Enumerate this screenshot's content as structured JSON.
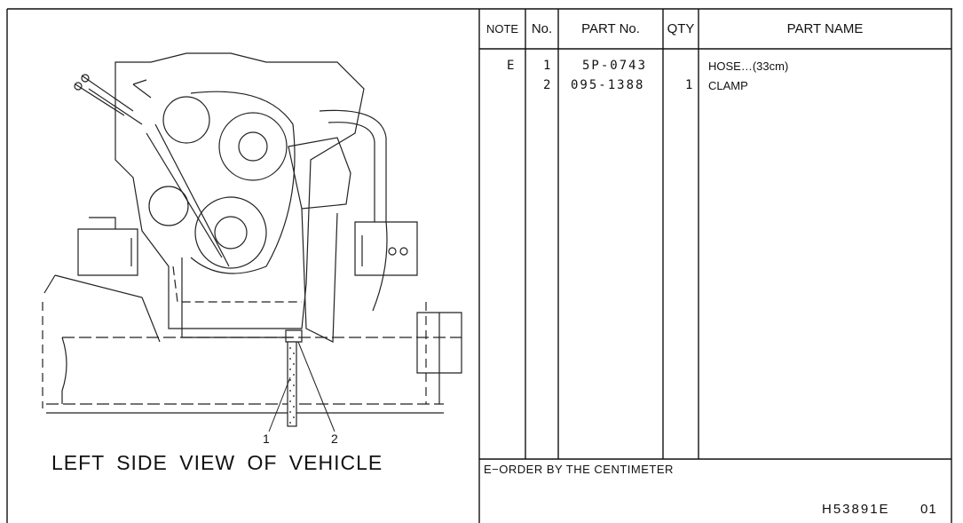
{
  "table": {
    "headers": {
      "note": "NOTE",
      "no": "No.",
      "part_no": "PART No.",
      "qty": "QTY",
      "part_name": "PART NAME"
    },
    "rows": [
      {
        "note": "E",
        "no": "1",
        "part_no": "5P-0743",
        "qty": "",
        "part_name": "HOSE…(33cm)"
      },
      {
        "note": "",
        "no": "2",
        "part_no": "095-1388",
        "qty": "1",
        "part_name": "CLAMP"
      }
    ],
    "footnote": "E−ORDER BY THE CENTIMETER"
  },
  "figure": {
    "caption": "LEFT SIDE VIEW OF VEHICLE",
    "callouts": [
      "1",
      "2"
    ]
  },
  "footer": {
    "code": "H53891E",
    "page": "01"
  }
}
